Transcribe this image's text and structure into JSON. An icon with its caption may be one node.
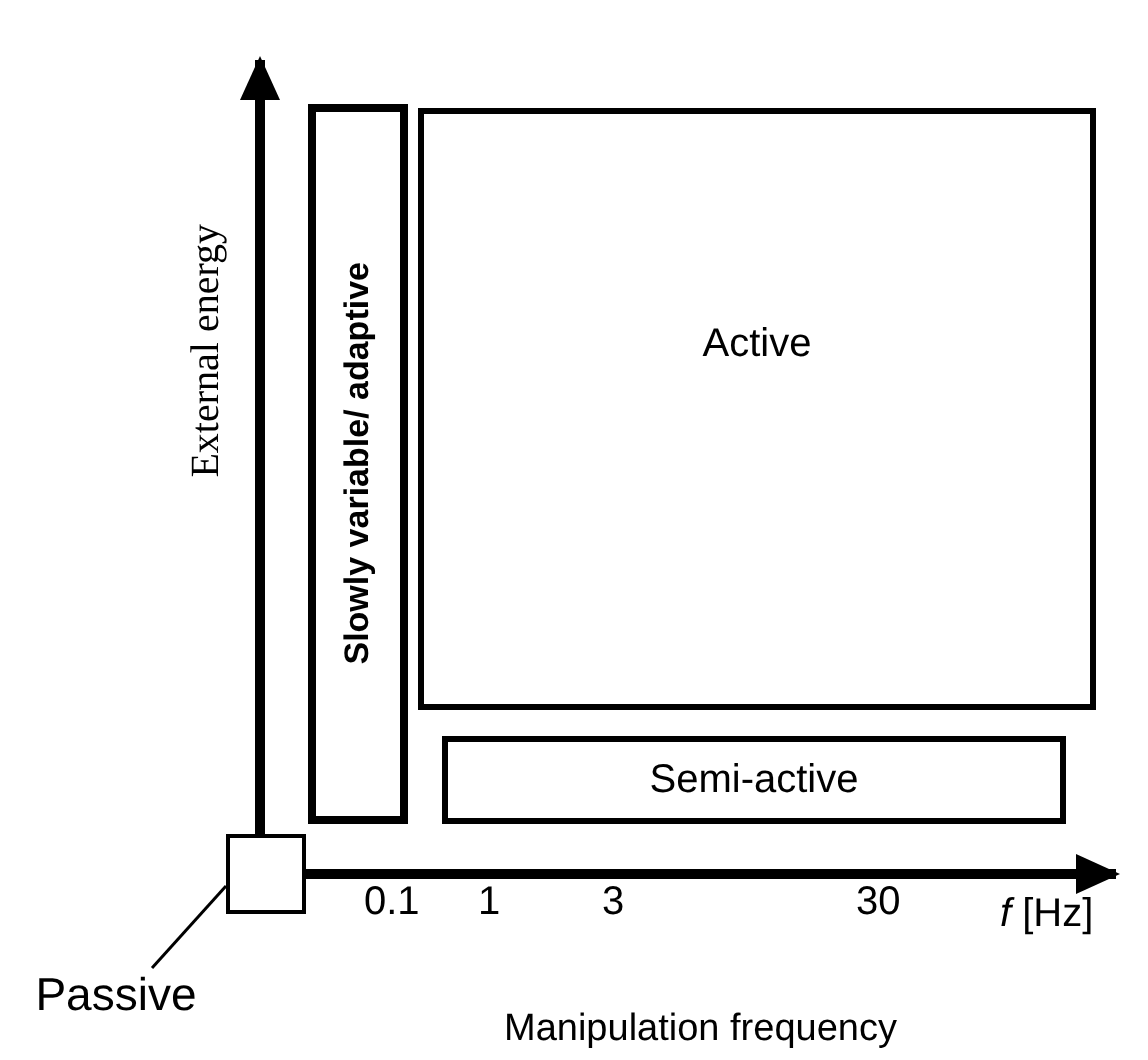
{
  "diagram": {
    "nodes": [
      {
        "text": [
          "Slowly variable/ adaptive"
        ]
      },
      {
        "text": [
          "Active"
        ]
      },
      {
        "text": [
          "Semi-active"
        ]
      },
      {
        "text": [],
        "shape": "box"
      },
      {
        "text": [
          "Passive"
        ]
      }
    ],
    "edges": [
      {
        "from": 4,
        "to": 3,
        "arrow": "none"
      }
    ],
    "labels": [
      "External energy",
      "0.1",
      "1",
      "3",
      "30",
      "*f* [Hz]",
      "Manipulation frequency"
    ]
  }
}
